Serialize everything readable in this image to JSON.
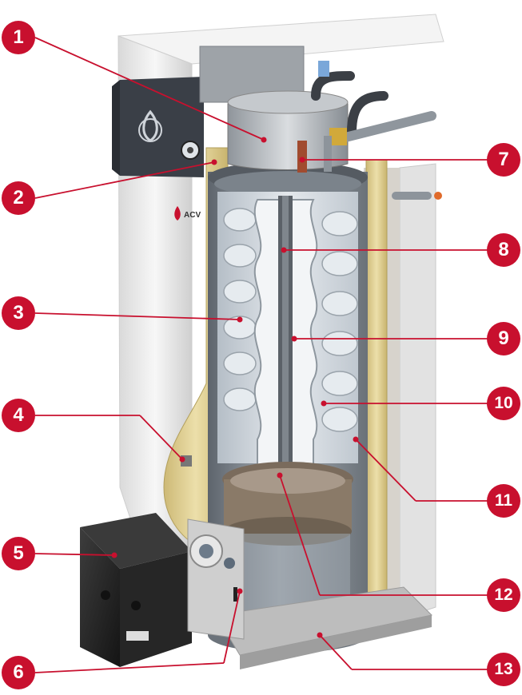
{
  "brand": {
    "logo_text": "ACV"
  },
  "colors": {
    "callout": "#c8102e",
    "insulation": "#e3d49a",
    "casing": "#f2f2f2",
    "tank": "#8d949c",
    "burner": "#2b2b2b"
  },
  "callouts": [
    {
      "label": "1"
    },
    {
      "label": "2"
    },
    {
      "label": "3"
    },
    {
      "label": "4"
    },
    {
      "label": "5"
    },
    {
      "label": "6"
    },
    {
      "label": "7"
    },
    {
      "label": "8"
    },
    {
      "label": "9"
    },
    {
      "label": "10"
    },
    {
      "label": "11"
    },
    {
      "label": "12"
    },
    {
      "label": "13"
    }
  ],
  "icons": [
    "flame-icon",
    "pressure-gauge-icon",
    "acv-logo-icon"
  ]
}
